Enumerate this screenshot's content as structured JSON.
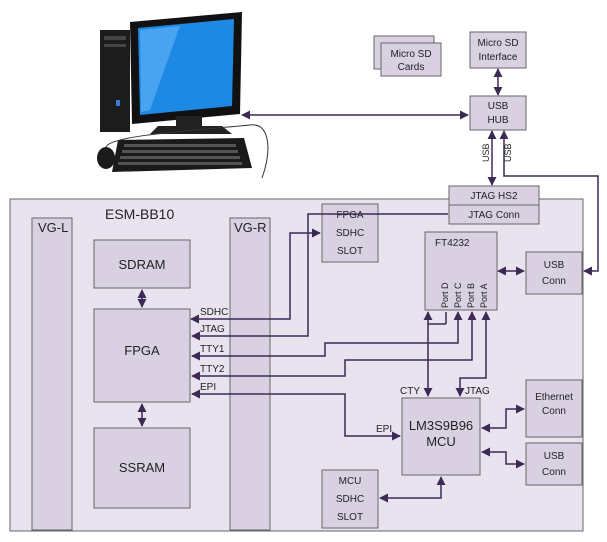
{
  "board": {
    "title": "ESM-BB10"
  },
  "blocks": {
    "vgl": "VG-L",
    "vgr": "VG-R",
    "sdram": "SDRAM",
    "fpga": "FPGA",
    "ssram": "SSRAM",
    "fpga_sdhc": [
      "FPGA",
      "SDHC",
      "SLOT"
    ],
    "ft4232": "FT4232",
    "ports": [
      "Port D",
      "Port C",
      "Port B",
      "Port A"
    ],
    "usb_conn_top": [
      "USB",
      "Conn"
    ],
    "jtag_hs2": "JTAG HS2",
    "jtag_conn": "JTAG Conn",
    "mcu": [
      "LM3S9B96",
      "MCU"
    ],
    "ethernet": [
      "Ethernet",
      "Conn"
    ],
    "usb_conn_bottom": [
      "USB",
      "Conn"
    ],
    "mcu_sdhc": [
      "MCU",
      "SDHC",
      "SLOT"
    ],
    "micro_sd_cards": [
      "Micro SD",
      "Cards"
    ],
    "micro_sd_interface": [
      "Micro SD",
      "Interface"
    ],
    "usb_hub": [
      "USB",
      "HUB"
    ]
  },
  "signals": {
    "sdhc": "SDHC",
    "jtag": "JTAG",
    "tty1": "TTY1",
    "tty2": "TTY2",
    "epi": "EPI",
    "epi_mcu": "EPI",
    "cty": "CTY",
    "jtag_mcu": "JTAG",
    "usb_left": "USB",
    "usb_right": "USB"
  },
  "colors": {
    "box_fill": "#d9d0e2",
    "board_fill": "#e8e3ee",
    "wire": "#3c2a55"
  }
}
